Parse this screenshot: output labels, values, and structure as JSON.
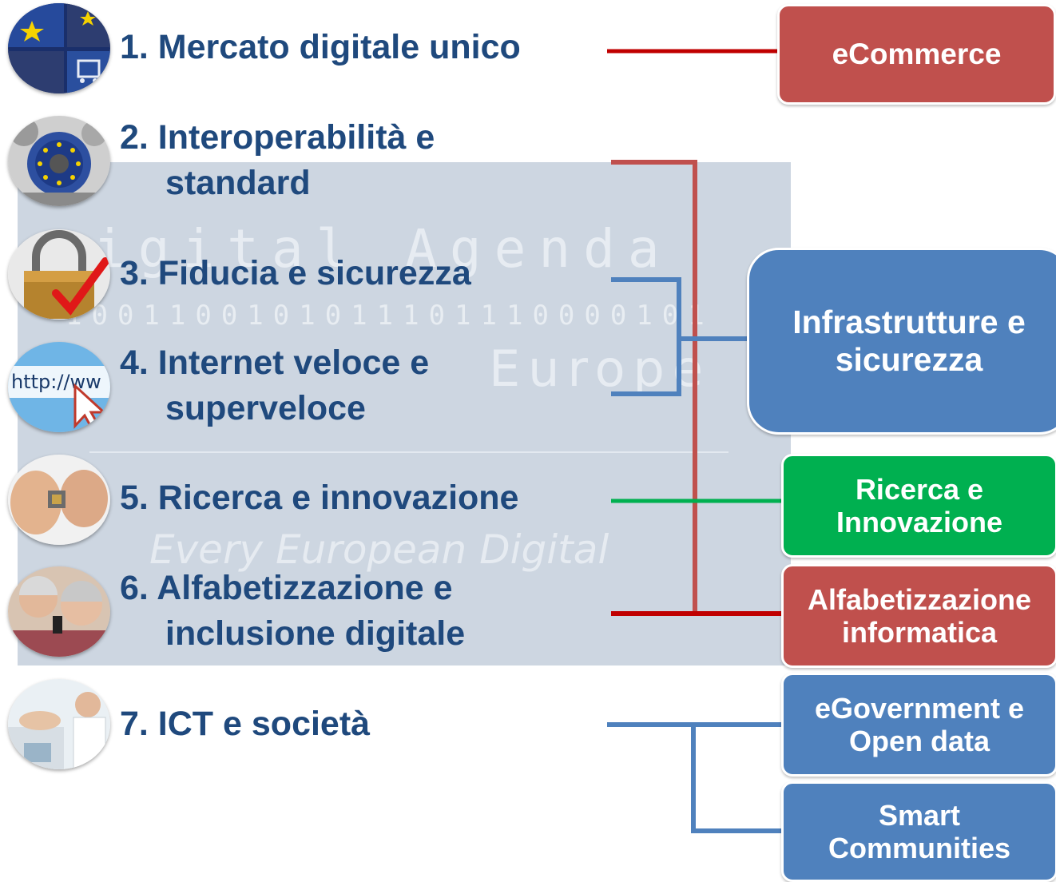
{
  "items": [
    {
      "line1": "1. Mercato digitale unico",
      "line2": ""
    },
    {
      "line1": "2. Interoperabilità e",
      "line2": "standard"
    },
    {
      "line1": "3. Fiducia e sicurezza",
      "line2": ""
    },
    {
      "line1": "4. Internet veloce e",
      "line2": "superveloce"
    },
    {
      "line1": "5. Ricerca e innovazione",
      "line2": ""
    },
    {
      "line1": "6. Alfabetizzazione e",
      "line2": "inclusione digitale"
    },
    {
      "line1": "7. ICT e società",
      "line2": ""
    }
  ],
  "boxes": {
    "ecommerce": "eCommerce",
    "infrastrutture": "Infrastrutture e\nsicurezza",
    "ricerca": "Ricerca e\nInnovazione",
    "alfabetizzazione": "Alfabetizzazione\ninformatica",
    "egovernment": "eGovernment e\nOpen data",
    "smart": "Smart\nCommunities"
  },
  "background": {
    "title": "igital Agenda",
    "binary": "1001100101011101110000101",
    "europe": "Europe",
    "tagline": "Every European Digital"
  },
  "icon_names": [
    "eu-flag-keyboard-icon",
    "eu-gear-icon",
    "padlock-check-icon",
    "http-cursor-icon",
    "microchip-fingers-icon",
    "elderly-couple-phone-icon",
    "doctor-patient-icon"
  ],
  "colors": {
    "label": "#1f497d",
    "red": "#c0504d",
    "blue": "#4f81bd",
    "green": "#00b050",
    "line_red": "#c00000"
  }
}
